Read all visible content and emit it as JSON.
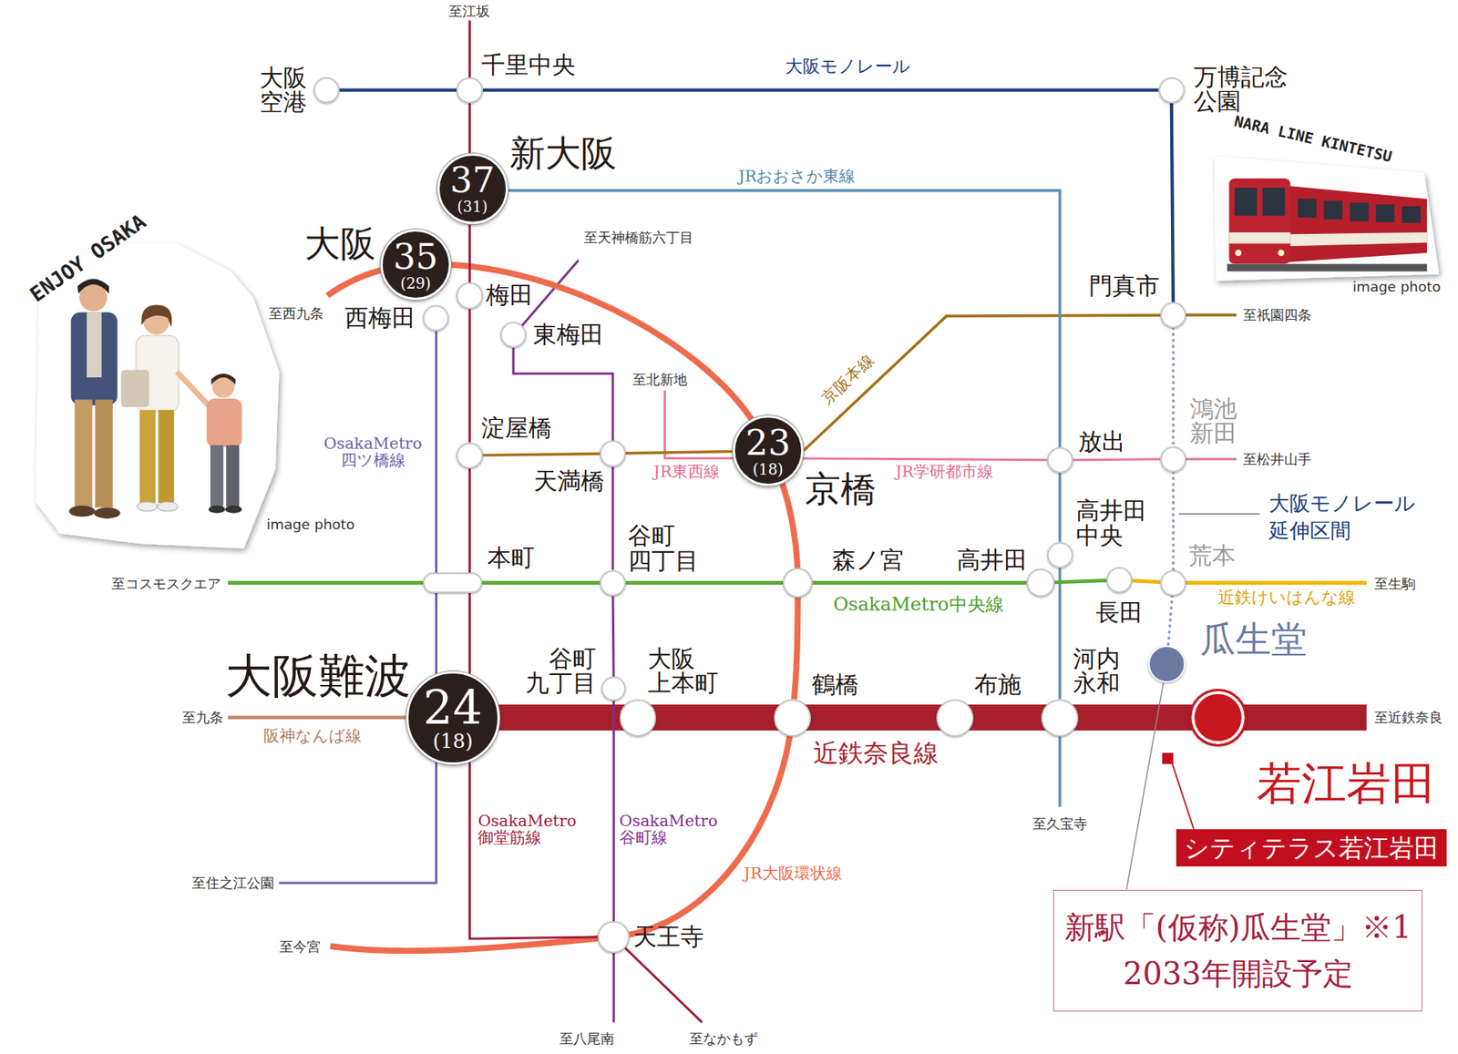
{
  "diagram": {
    "nodes": [
      {
        "text": [
          "大阪 空港"
        ]
      },
      {
        "text": [
          "千里中央"
        ]
      },
      {
        "text": [
          "万博記念 公園"
        ]
      },
      {
        "text": [
          "新大阪",
          "37",
          "(31)"
        ]
      },
      {
        "text": [
          "大阪",
          "35",
          "(29)"
        ]
      },
      {
        "text": [
          "梅田"
        ]
      },
      {
        "text": [
          "西梅田"
        ]
      },
      {
        "text": [
          "東梅田"
        ]
      },
      {
        "text": [
          "門真市"
        ]
      },
      {
        "text": [
          "淀屋橋"
        ]
      },
      {
        "text": [
          "天満橋"
        ]
      },
      {
        "text": [
          "京橋",
          "23",
          "(18)"
        ]
      },
      {
        "text": [
          "放出"
        ]
      },
      {
        "text": [
          "鴻池 新田"
        ]
      },
      {
        "text": [
          "高井田 中央"
        ]
      },
      {
        "text": [
          "本町"
        ]
      },
      {
        "text": [
          "谷町 四丁目"
        ]
      },
      {
        "text": [
          "森ノ宮"
        ]
      },
      {
        "text": [
          "高井田"
        ]
      },
      {
        "text": [
          "長田"
        ]
      },
      {
        "text": [
          "荒本"
        ]
      },
      {
        "text": [
          "谷町 九丁目"
        ]
      },
      {
        "text": [
          "大阪難波",
          "24",
          "(18)"
        ]
      },
      {
        "text": [
          "大阪 上本町"
        ]
      },
      {
        "text": [
          "鶴橋"
        ]
      },
      {
        "text": [
          "布施"
        ]
      },
      {
        "text": [
          "河内 永和"
        ]
      },
      {
        "text": [
          "瓜生堂"
        ]
      },
      {
        "text": [
          "若江岩田"
        ]
      },
      {
        "text": [
          "天王寺"
        ]
      },
      {
        "text": [
          "シティテラス若江岩田"
        ]
      },
      {
        "text": [
          "新駅「(仮称)瓜生堂」※1",
          "2033年開設予定"
        ]
      }
    ],
    "edges": [
      {
        "from": 0,
        "to": 1,
        "arrow": "none"
      },
      {
        "from": 1,
        "to": 2,
        "arrow": "none"
      },
      {
        "from": 2,
        "to": 8,
        "arrow": "none"
      },
      {
        "from": 8,
        "to": 13,
        "arrow": "none"
      },
      {
        "from": 13,
        "to": 20,
        "arrow": "none"
      },
      {
        "from": 20,
        "to": 27,
        "arrow": "none"
      },
      {
        "from": 1,
        "to": 3,
        "arrow": "none"
      },
      {
        "from": 3,
        "to": 5,
        "arrow": "none"
      },
      {
        "from": 5,
        "to": 9,
        "arrow": "none"
      },
      {
        "from": 9,
        "to": 15,
        "arrow": "none"
      },
      {
        "from": 15,
        "to": 22,
        "arrow": "none"
      },
      {
        "from": 22,
        "to": 29,
        "arrow": "none"
      },
      {
        "from": 6,
        "to": 15,
        "arrow": "none"
      },
      {
        "from": 15,
        "to": 22,
        "arrow": "none"
      },
      {
        "from": 7,
        "to": 10,
        "arrow": "none"
      },
      {
        "from": 10,
        "to": 16,
        "arrow": "none"
      },
      {
        "from": 16,
        "to": 21,
        "arrow": "none"
      },
      {
        "from": 21,
        "to": 29,
        "arrow": "none"
      },
      {
        "from": 9,
        "to": 10,
        "arrow": "none"
      },
      {
        "from": 10,
        "to": 11,
        "arrow": "none"
      },
      {
        "from": 11,
        "to": 8,
        "arrow": "none"
      },
      {
        "from": 11,
        "to": 12,
        "arrow": "none"
      },
      {
        "from": 12,
        "to": 13,
        "arrow": "none"
      },
      {
        "from": 3,
        "to": 12,
        "arrow": "none"
      },
      {
        "from": 12,
        "to": 14,
        "arrow": "none"
      },
      {
        "from": 14,
        "to": 26,
        "arrow": "none"
      },
      {
        "from": 15,
        "to": 16,
        "arrow": "none"
      },
      {
        "from": 16,
        "to": 17,
        "arrow": "none"
      },
      {
        "from": 17,
        "to": 18,
        "arrow": "none"
      },
      {
        "from": 18,
        "to": 19,
        "arrow": "none"
      },
      {
        "from": 19,
        "to": 20,
        "arrow": "none"
      },
      {
        "from": 4,
        "to": 11,
        "arrow": "none"
      },
      {
        "from": 11,
        "to": 17,
        "arrow": "none"
      },
      {
        "from": 17,
        "to": 24,
        "arrow": "none"
      },
      {
        "from": 24,
        "to": 29,
        "arrow": "none"
      },
      {
        "from": 22,
        "to": 23,
        "arrow": "none"
      },
      {
        "from": 23,
        "to": 24,
        "arrow": "none"
      },
      {
        "from": 24,
        "to": 25,
        "arrow": "none"
      },
      {
        "from": 25,
        "to": 26,
        "arrow": "none"
      },
      {
        "from": 26,
        "to": 28,
        "arrow": "none"
      },
      {
        "from": 27,
        "to": 31,
        "arrow": "none"
      }
    ],
    "labels": [
      "至江坂",
      "大阪モノレール",
      "JRおおさか東線",
      "至天神橋筋六丁目",
      "至西九条",
      "至北新地",
      "京阪本線",
      "至祇園四条",
      "OsakaMetro 四ツ橋線",
      "JR東西線",
      "JR学研都市線",
      "至松井山手",
      "大阪モノレール 延伸区間",
      "至コスモスクエア",
      "OsakaMetro中央線",
      "近鉄けいはんな線",
      "至生駒",
      "至九条",
      "阪神なんば線",
      "近鉄奈良線",
      "至近鉄奈良",
      "至久宝寺",
      "OsakaMetro 御堂筋線",
      "OsakaMetro 谷町線",
      "JR大阪環状線",
      "至住之江公園",
      "至今宮",
      "至八尾南",
      "至なかもず",
      "ENJOY OSAKA",
      "image photo",
      "NARA LINE KINTETSU",
      "image photo"
    ]
  }
}
